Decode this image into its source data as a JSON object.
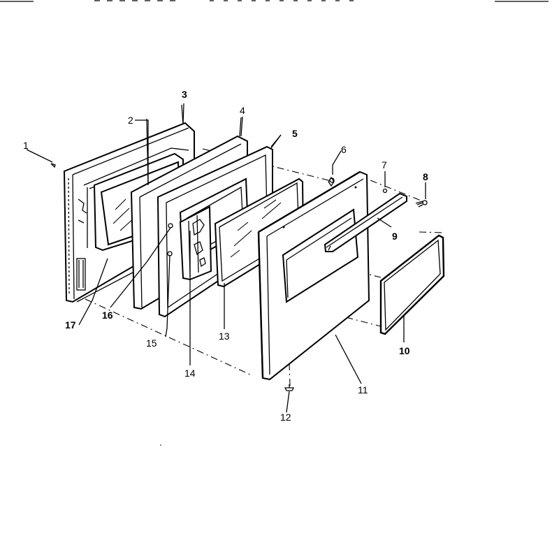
{
  "callouts": [
    {
      "id": "1",
      "text": "1"
    },
    {
      "id": "2",
      "text": "2"
    },
    {
      "id": "3",
      "text": "3"
    },
    {
      "id": "4",
      "text": "4"
    },
    {
      "id": "5",
      "text": "5"
    },
    {
      "id": "6",
      "text": "6"
    },
    {
      "id": "7",
      "text": "7"
    },
    {
      "id": "8",
      "text": "8"
    },
    {
      "id": "9",
      "text": "9"
    },
    {
      "id": "10",
      "text": "10"
    },
    {
      "id": "11",
      "text": "11"
    },
    {
      "id": "12",
      "text": "12"
    },
    {
      "id": "13",
      "text": "13"
    },
    {
      "id": "14",
      "text": "14"
    },
    {
      "id": "15",
      "text": "15"
    },
    {
      "id": "16",
      "text": "16"
    },
    {
      "id": "17",
      "text": "17"
    }
  ],
  "colors": {
    "line": "#000000",
    "background": "#ffffff"
  }
}
